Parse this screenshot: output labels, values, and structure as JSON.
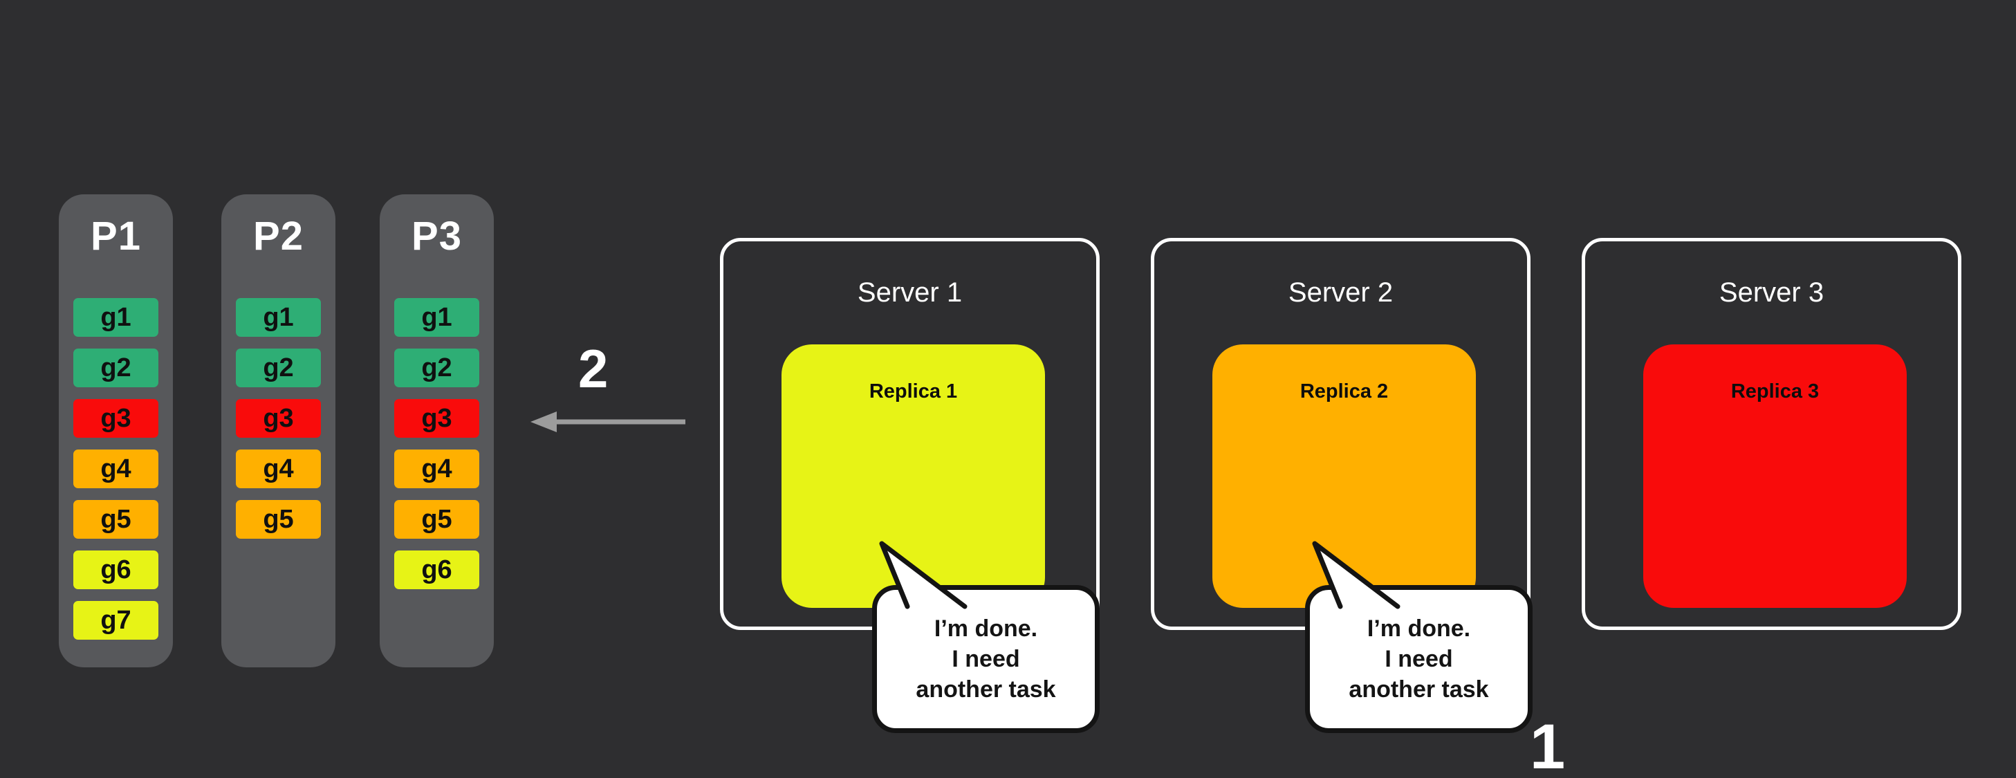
{
  "colors": {
    "background": "#2e2e30",
    "partition_bg": "#57585b",
    "green": "#2eae75",
    "red": "#f90b0b",
    "orange": "#ffb000",
    "yellow": "#e7f316",
    "arrow": "#9c9c9c",
    "server_border": "#ffffff",
    "bubble_bg": "#ffffff",
    "bubble_border": "#141414"
  },
  "partitions": [
    {
      "title": "P1",
      "tasks": [
        {
          "label": "g1",
          "color": "green"
        },
        {
          "label": "g2",
          "color": "green"
        },
        {
          "label": "g3",
          "color": "red"
        },
        {
          "label": "g4",
          "color": "orange"
        },
        {
          "label": "g5",
          "color": "orange"
        },
        {
          "label": "g6",
          "color": "yellow"
        },
        {
          "label": "g7",
          "color": "yellow"
        }
      ]
    },
    {
      "title": "P2",
      "tasks": [
        {
          "label": "g1",
          "color": "green"
        },
        {
          "label": "g2",
          "color": "green"
        },
        {
          "label": "g3",
          "color": "red"
        },
        {
          "label": "g4",
          "color": "orange"
        },
        {
          "label": "g5",
          "color": "orange"
        }
      ]
    },
    {
      "title": "P3",
      "tasks": [
        {
          "label": "g1",
          "color": "green"
        },
        {
          "label": "g2",
          "color": "green"
        },
        {
          "label": "g3",
          "color": "red"
        },
        {
          "label": "g4",
          "color": "orange"
        },
        {
          "label": "g5",
          "color": "orange"
        },
        {
          "label": "g6",
          "color": "yellow"
        }
      ]
    }
  ],
  "arrow": {
    "label": "2"
  },
  "servers": [
    {
      "title": "Server 1",
      "replica": {
        "label": "Replica 1",
        "color": "yellow"
      }
    },
    {
      "title": "Server 2",
      "replica": {
        "label": "Replica 2",
        "color": "orange"
      }
    },
    {
      "title": "Server 3",
      "replica": {
        "label": "Replica 3",
        "color": "red"
      }
    }
  ],
  "bubbles": [
    {
      "text": "I’m done.\nI need\nanother task"
    },
    {
      "text": "I’m done.\nI need\nanother task"
    }
  ],
  "step_label": "1"
}
